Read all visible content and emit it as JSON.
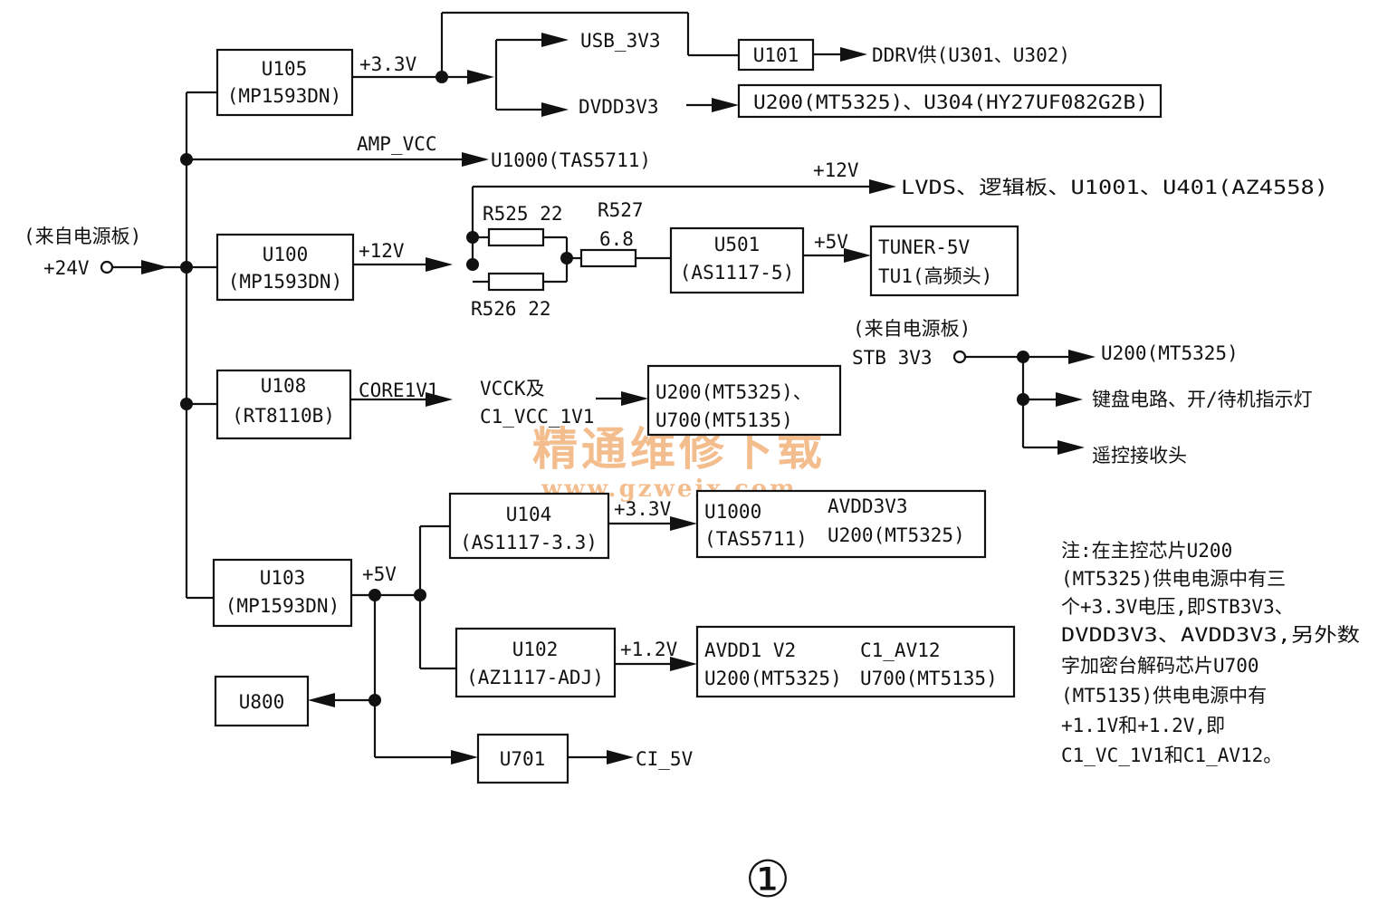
{
  "blocks": {
    "u105": {
      "name": "U105",
      "part": "(MP1593DN)"
    },
    "u100": {
      "name": "U100",
      "part": "(MP1593DN)"
    },
    "u108": {
      "name": "U108",
      "part": "(RT8110B)"
    },
    "u103": {
      "name": "U103",
      "part": "(MP1593DN)"
    },
    "u101": {
      "name": "U101"
    },
    "u200_u304": {
      "text": "U200(MT5325)、U304(HY27UF082G2B)"
    },
    "u501": {
      "name": "U501",
      "part": "(AS1117-5)"
    },
    "tuner": {
      "line1": "TUNER-5V",
      "line2": "TU1(高频头)"
    },
    "u200_u700_core": {
      "line1": "U200(MT5325)、",
      "line2": "U700(MT5135)"
    },
    "u104": {
      "name": "U104",
      "part": "(AS1117-3.3)"
    },
    "avdd3v3_box": {
      "name1": "U1000",
      "part1": "(TAS5711)",
      "name2": "AVDD3V3",
      "part2": "U200(MT5325)"
    },
    "u102": {
      "name": "U102",
      "part": "(AZ1117-ADJ)"
    },
    "avdd1v2_box": {
      "l1a": "AVDD1 V2",
      "l1b": "C1_AV12",
      "l2a": "U200(MT5325)",
      "l2b": "U700(MT5135)"
    },
    "u800": {
      "name": "U800"
    },
    "u701": {
      "name": "U701"
    }
  },
  "labels": {
    "source_top": "(来自电源板)",
    "input_24v": "+24V",
    "v33_out": "+3.3V",
    "usb_3v3": "USB_3V3",
    "dvdd3v3": "DVDD3V3",
    "ddrv": "DDRV供(U301、U302)",
    "amp_vcc": "AMP_VCC",
    "u1000_tas": "U1000(TAS5711)",
    "v12_out": "+12V",
    "v12_branch": "+12V",
    "lvds": "LVDS、逻辑板、U1001、U401(AZ4558)",
    "r525": "R525 22",
    "r526": "R526 22",
    "r527": "R527",
    "r527_val": "6.8",
    "v5_u501": "+5V",
    "source_stb": "(来自电源板)",
    "stb_3v3": "STB 3V3",
    "stb_u200": "U200(MT5325)",
    "keyboard": "键盘电路、开/待机指示灯",
    "remote": "遥控接收头",
    "core1v1": "CORE1V1",
    "vcck_l1": "VCCK及",
    "vcck_l2": "C1_VCC_1V1",
    "v5_u103": "+5V",
    "v33_u104": "+3.3V",
    "v12_u102": "+1.2V",
    "ci_5v": "CI_5V",
    "figure_num": "①"
  },
  "note": {
    "lines": [
      "注:在主控芯片U200",
      "(MT5325)供电电源中有三",
      "个+3.3V电压,即STB3V3、",
      "DVDD3V3、AVDD3V3,另外数",
      "字加密台解码芯片U700",
      "(MT5135)供电电源中有",
      "+1.1V和+1.2V,即",
      "C1_VC_1V1和C1_AV12。"
    ]
  },
  "watermark": {
    "title": "精通维修下载",
    "url": "www.gzweix.com",
    "color": "#f2b27a"
  }
}
